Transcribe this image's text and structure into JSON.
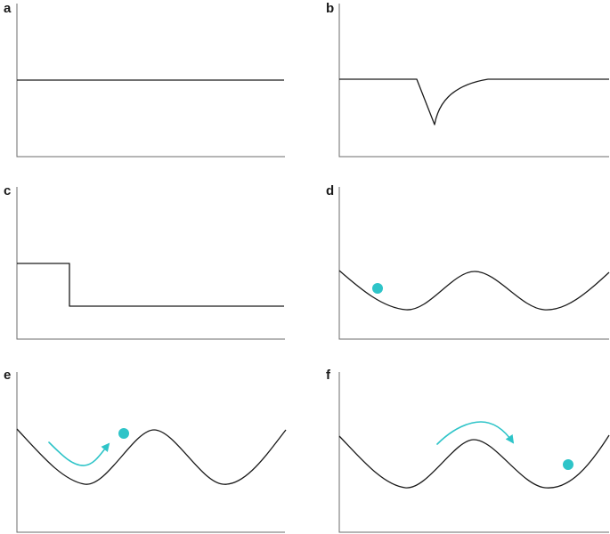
{
  "panels": [
    {
      "id": "a",
      "label": "a"
    },
    {
      "id": "b",
      "label": "b"
    },
    {
      "id": "c",
      "label": "c"
    },
    {
      "id": "d",
      "label": "d"
    },
    {
      "id": "e",
      "label": "e"
    },
    {
      "id": "f",
      "label": "f"
    }
  ],
  "colors": {
    "curve": "#1a1a1a",
    "axis": "#6b6b6b",
    "accent": "#2ec4c8"
  }
}
